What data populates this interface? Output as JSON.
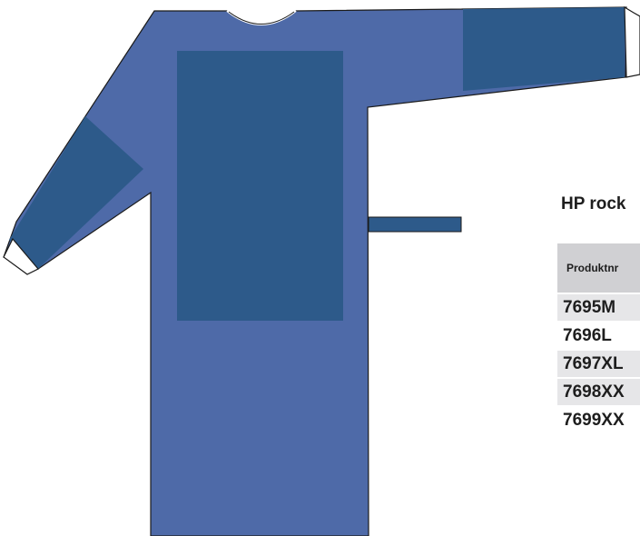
{
  "product": {
    "title": "HP rock",
    "table": {
      "header": "Produktnr",
      "rows": [
        "7695M",
        "7696L",
        "7697XL",
        "7698XX",
        "7699XX"
      ]
    }
  },
  "colors": {
    "gown_body": "#4e6aa8",
    "gown_dark": "#2d5a8a",
    "outline": "#1a1a1a",
    "header_bg": "#d0d0d3",
    "row_bg": "#e6e6e8"
  }
}
